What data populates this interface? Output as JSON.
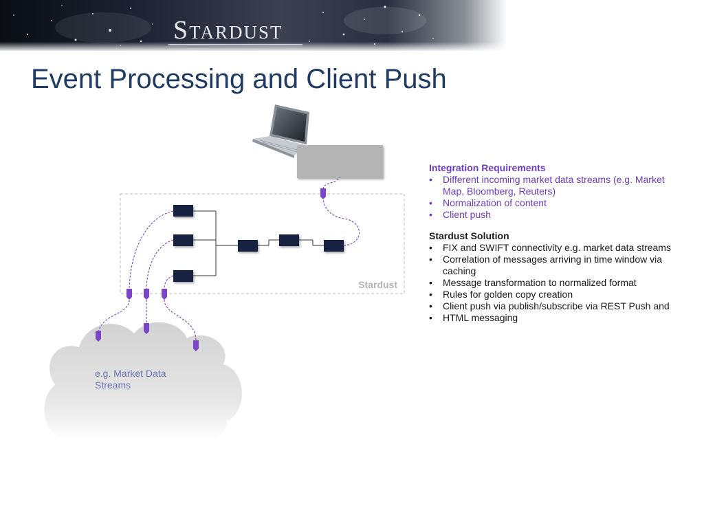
{
  "brand": "Stardust",
  "slide_title": "Event Processing and Client Push",
  "diagram": {
    "box_label": "Stardust",
    "cloud_label": "e.g. Market Data Streams"
  },
  "integration": {
    "title": "Integration  Requirements",
    "items": [
      "Different incoming market data streams (e.g. Market Map, Bloomberg, Reuters)",
      "Normalization of content",
      "Client push"
    ]
  },
  "solution": {
    "title": "Stardust Solution",
    "items": [
      "FIX and SWIFT connectivity e.g. market data streams",
      "Correlation of messages arriving in time window via caching",
      "Message transformation to normalized format",
      "Rules for golden copy creation",
      "Client push via publish/subscribe via REST Push and",
      "HTML messaging"
    ]
  },
  "colors": {
    "title": "#1f3b64",
    "accent_purple": "#6c3bbf",
    "node_navy": "#13233f",
    "connector_purple": "#7a45c8"
  }
}
